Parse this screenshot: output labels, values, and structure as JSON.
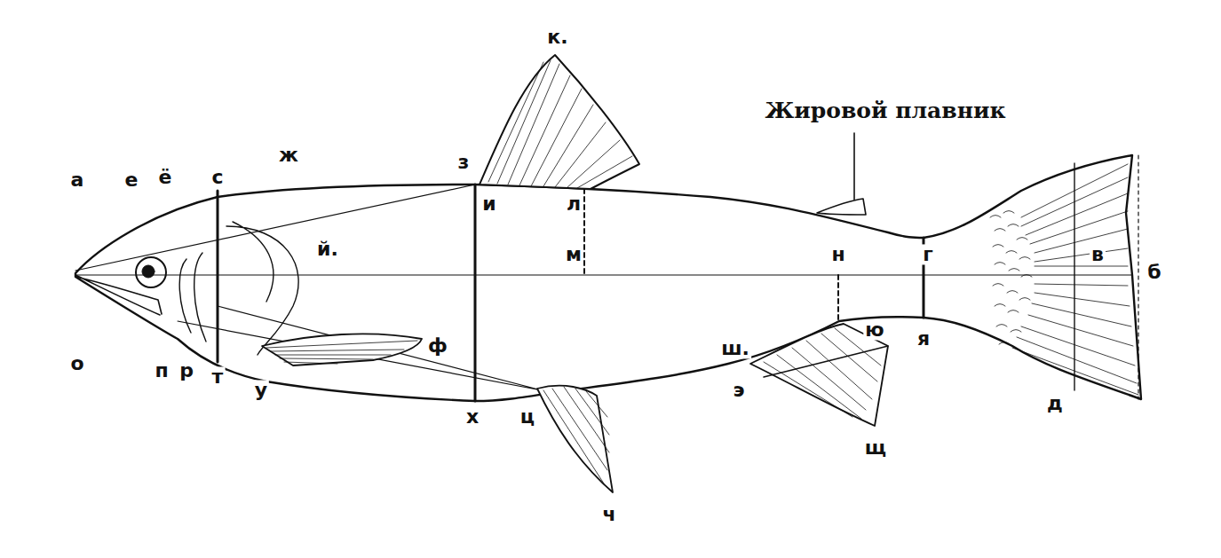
{
  "diagram": {
    "labels": [
      "к.",
      "Жировой плавник",
      "а",
      "е",
      "ё",
      "с",
      "ж",
      "з",
      "и",
      "л",
      "м",
      "н",
      "г",
      "в",
      "б",
      "й.",
      "о",
      "п",
      "р",
      "т",
      "у",
      "ф",
      "х",
      "ц",
      "ч",
      "ш.",
      "щ",
      "э",
      "ю",
      "я",
      "д"
    ]
  }
}
